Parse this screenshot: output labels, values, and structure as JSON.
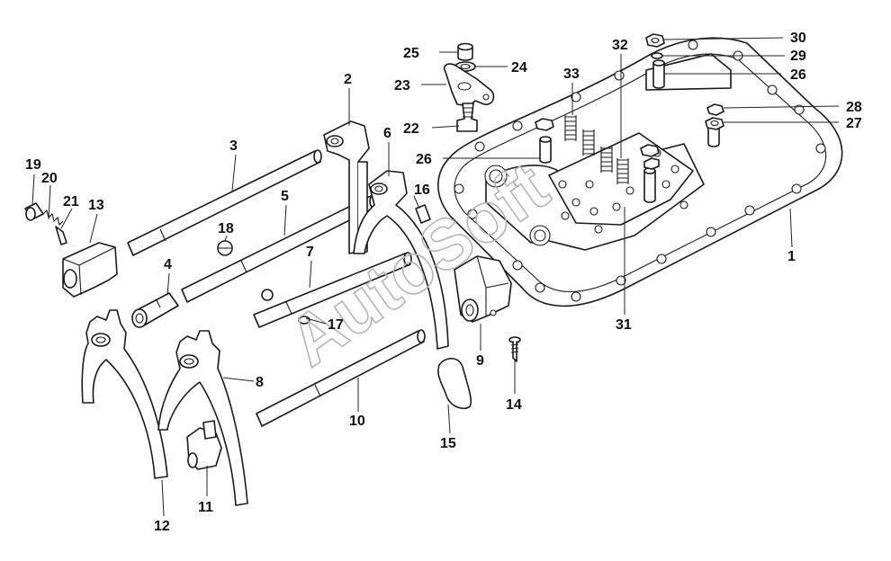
{
  "watermark": "AutoSoft",
  "callouts": [
    {
      "id": "1",
      "label": "1"
    },
    {
      "id": "2",
      "label": "2"
    },
    {
      "id": "3",
      "label": "3"
    },
    {
      "id": "4",
      "label": "4"
    },
    {
      "id": "5",
      "label": "5"
    },
    {
      "id": "6",
      "label": "6"
    },
    {
      "id": "7",
      "label": "7"
    },
    {
      "id": "8",
      "label": "8"
    },
    {
      "id": "9",
      "label": "9"
    },
    {
      "id": "10",
      "label": "10"
    },
    {
      "id": "11",
      "label": "11"
    },
    {
      "id": "12",
      "label": "12"
    },
    {
      "id": "13",
      "label": "13"
    },
    {
      "id": "14",
      "label": "14"
    },
    {
      "id": "15",
      "label": "15"
    },
    {
      "id": "16",
      "label": "16"
    },
    {
      "id": "17",
      "label": "17"
    },
    {
      "id": "18",
      "label": "18"
    },
    {
      "id": "19",
      "label": "19"
    },
    {
      "id": "20",
      "label": "20"
    },
    {
      "id": "21",
      "label": "21"
    },
    {
      "id": "22",
      "label": "22"
    },
    {
      "id": "23",
      "label": "23"
    },
    {
      "id": "24",
      "label": "24"
    },
    {
      "id": "25",
      "label": "25"
    },
    {
      "id": "26a",
      "label": "26"
    },
    {
      "id": "26b",
      "label": "26"
    },
    {
      "id": "27",
      "label": "27"
    },
    {
      "id": "28",
      "label": "28"
    },
    {
      "id": "29",
      "label": "29"
    },
    {
      "id": "30",
      "label": "30"
    },
    {
      "id": "31",
      "label": "31"
    },
    {
      "id": "32",
      "label": "32"
    },
    {
      "id": "33",
      "label": "33"
    }
  ]
}
